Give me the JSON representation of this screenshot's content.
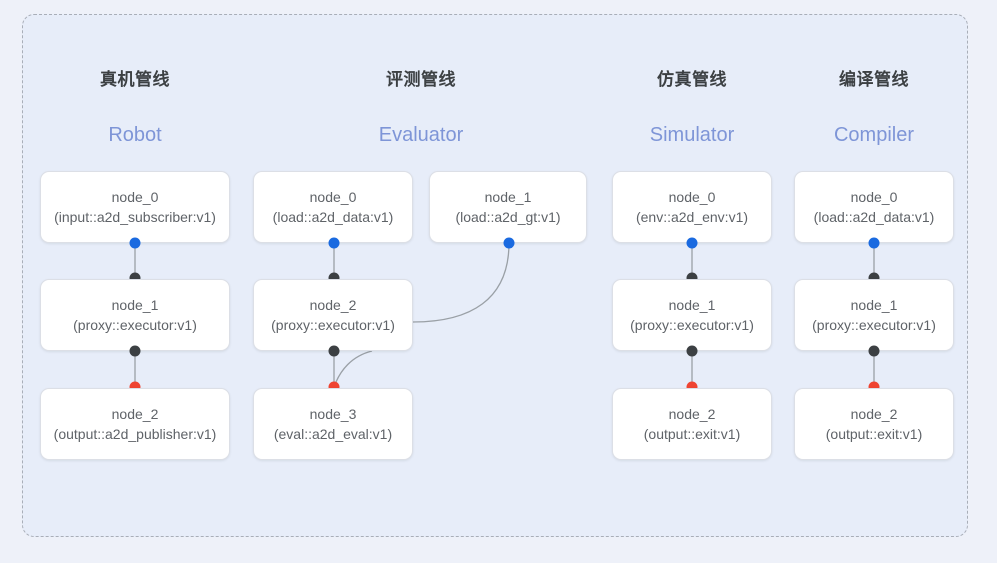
{
  "diagram": {
    "background_color": "#eef1f9",
    "frame_color": "#e7edf9",
    "frame_border_color": "#a9aeb8",
    "accent_blue": "#7e95d7",
    "port_colors": {
      "input": "#1a6ae0",
      "middle": "#3c4043",
      "output": "#ef4432"
    }
  },
  "columns": [
    {
      "title": "真机管线",
      "subtitle": "Robot",
      "nodes": [
        {
          "name": "node_0",
          "type": "(input::a2d_subscriber:v1)"
        },
        {
          "name": "node_1",
          "type": "(proxy::executor:v1)"
        },
        {
          "name": "node_2",
          "type": "(output::a2d_publisher:v1)"
        }
      ]
    },
    {
      "title": "评测管线",
      "subtitle": "Evaluator",
      "nodes": [
        {
          "name": "node_0",
          "type": "(load::a2d_data:v1)"
        },
        {
          "name": "node_1",
          "type": "(load::a2d_gt:v1)"
        },
        {
          "name": "node_2",
          "type": "(proxy::executor:v1)"
        },
        {
          "name": "node_3",
          "type": "(eval::a2d_eval:v1)"
        }
      ]
    },
    {
      "title": "仿真管线",
      "subtitle": "Simulator",
      "nodes": [
        {
          "name": "node_0",
          "type": "(env::a2d_env:v1)"
        },
        {
          "name": "node_1",
          "type": "(proxy::executor:v1)"
        },
        {
          "name": "node_2",
          "type": "(output::exit:v1)"
        }
      ]
    },
    {
      "title": "编译管线",
      "subtitle": "Compiler",
      "nodes": [
        {
          "name": "node_0",
          "type": "(load::a2d_data:v1)"
        },
        {
          "name": "node_1",
          "type": "(proxy::executor:v1)"
        },
        {
          "name": "node_2",
          "type": "(output::exit:v1)"
        }
      ]
    }
  ]
}
